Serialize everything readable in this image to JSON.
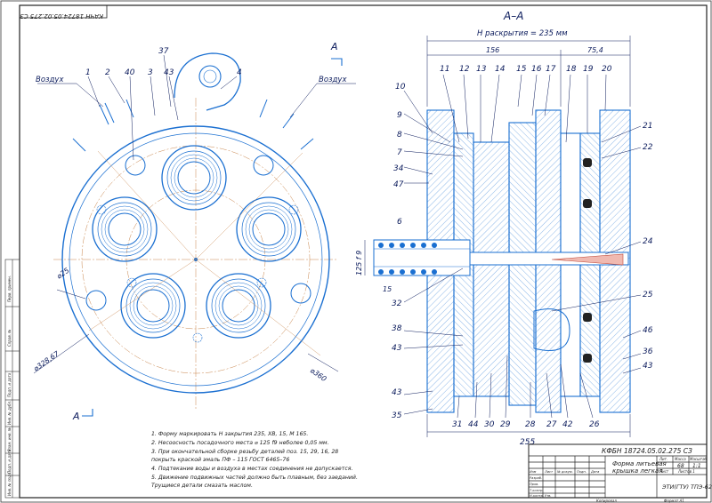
{
  "stamp_top_left": "КАЧН 18724.05.02.275 СЗ",
  "section": {
    "title": "А–А",
    "opening_label": "Н раскрытия = 235 мм",
    "dim_156": "156",
    "dim_75_4": "75,4",
    "dim_255": "255",
    "dim_125f9": "125 f 9",
    "dim_15": "15"
  },
  "plan": {
    "section_mark_top": "А",
    "section_mark_bottom": "А",
    "air_left": "Воздух",
    "air_right": "Воздух",
    "dia_25": "⌀25",
    "dia_328": "⌀328,67",
    "dia_360": "⌀360"
  },
  "plan_callouts": [
    "1",
    "2",
    "40",
    "3",
    "37",
    "43",
    "4"
  ],
  "section_callouts_top": [
    "11",
    "12",
    "13",
    "14",
    "15",
    "16",
    "17",
    "18",
    "19",
    "20"
  ],
  "section_callouts_left": [
    "10",
    "9",
    "8",
    "7",
    "34",
    "47",
    "6",
    "32",
    "38",
    "43",
    "43",
    "35"
  ],
  "section_callouts_right": [
    "21",
    "22",
    "24",
    "25",
    "46",
    "36",
    "43"
  ],
  "section_callouts_bottom": [
    "31",
    "44",
    "30",
    "29",
    "28",
    "27",
    "42",
    "26"
  ],
  "notes": [
    "1. Форму маркировать  Н закрытия 235, ХВ, 15, М 165.",
    "2. Несоосность посадочного места  ⌀ 125 f9 неболее 0,05 мм.",
    "3. При окончательной сборке резьбу деталей поз. 15, 29, 16, 28",
    "    покрыть краской эмаль  ПФ – 115 ГОСТ 6465–76",
    "4. Подтекание воды и воздуха в местах соединения не допускается.",
    "5. Движение подвижных частей должно быть плавным, без заеданий.",
    "    Трущиеся детали смазать маслом."
  ],
  "title_block": {
    "doc_code": "КФБН 18724.05.02.275 СЗ",
    "name_line1": "Форма литьевая",
    "name_line2": "крышка легкая",
    "org": "ЭТИ(ГТУ) ТПЭ-62",
    "col_lit": "Лит.",
    "col_mass": "Масса",
    "col_scale": "Масштаб",
    "mass_val": "68",
    "scale_val": "1:1",
    "sheet_label": "Лист",
    "sheets_label": "Листов 1",
    "change_hdr": [
      "Изм",
      "Лист",
      "№ докум.",
      "Подп.",
      "Дата"
    ],
    "rows": [
      "Разраб.",
      "Пров.",
      "Т.контр.",
      "Н.контр.",
      "Утв."
    ],
    "copy_label": "Копировал",
    "format_label": "Формат    А1"
  },
  "side_strip": [
    "Перв. примен.",
    "Справ. №",
    "Подп. и дата",
    "Инв. № дубл.",
    "Взам. инв. №",
    "Подп. и дата",
    "Инв. № подл."
  ]
}
